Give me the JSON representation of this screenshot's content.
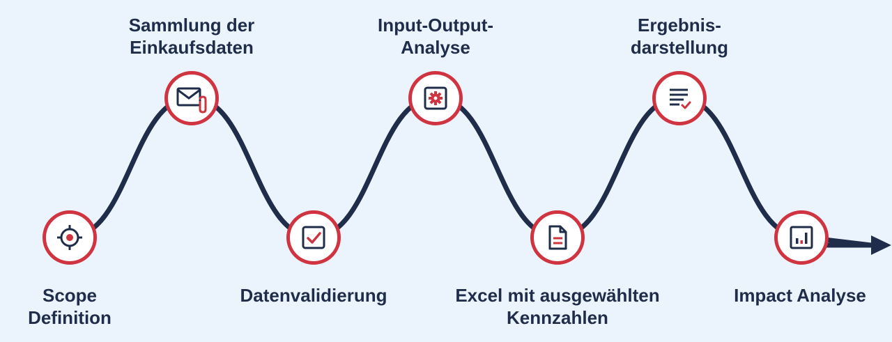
{
  "colors": {
    "background": "#ebf4fd",
    "line": "#1f2d4a",
    "accent": "#cf3440",
    "node_fill": "#ffffff",
    "text": "#1f2d4a"
  },
  "steps": [
    {
      "line1": "Scope",
      "line2": "Definition",
      "icon": "target-icon"
    },
    {
      "line1": "Sammlung der",
      "line2": "Einkaufsdaten",
      "icon": "mail-attachment-icon"
    },
    {
      "line1": "Datenvalidierung",
      "line2": "",
      "icon": "checkbox-icon"
    },
    {
      "line1": "Input-Output-",
      "line2": "Analyse",
      "icon": "gear-icon"
    },
    {
      "line1": "Excel mit ausgewählten",
      "line2": "Kennzahlen",
      "icon": "document-icon"
    },
    {
      "line1": "Ergebnis-",
      "line2": "darstellung",
      "icon": "report-checklist-icon"
    },
    {
      "line1": "Impact Analyse",
      "line2": "",
      "icon": "bar-chart-icon"
    }
  ]
}
